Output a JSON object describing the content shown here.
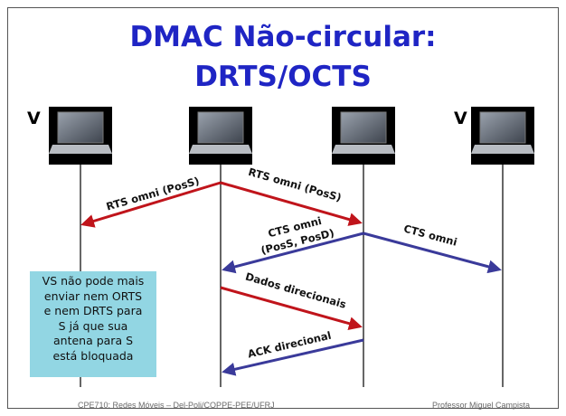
{
  "slide": {
    "title_line1": "DMAC Não-circular:",
    "title_line2": "DRTS/OCTS",
    "label_left": "V",
    "label_right": "V",
    "info_box_lines": [
      "VS não pode mais",
      "enviar nem ORTS",
      "e nem DRTS para",
      "S já que sua",
      "antena para S",
      "está bloquada"
    ],
    "footer_left": "CPE710: Redes Móveis – Del-Poli/COPPE-PEE/UFRJ",
    "footer_right": "Professor Miguel Campista"
  },
  "messages": {
    "rts_left": "RTS omni (PosS)",
    "rts_right": "RTS omni (PosS)",
    "cts_line1": "CTS omni",
    "cts_line2": "(PosS, PosD)",
    "cts_right": "CTS omni",
    "data": "Dados direcionais",
    "ack": "ACK direcional"
  },
  "colors": {
    "title": "#1f25c4",
    "rts_arrow": "#c0141b",
    "cts_arrow": "#3a3a9a",
    "info_box": "#92d6e3"
  }
}
